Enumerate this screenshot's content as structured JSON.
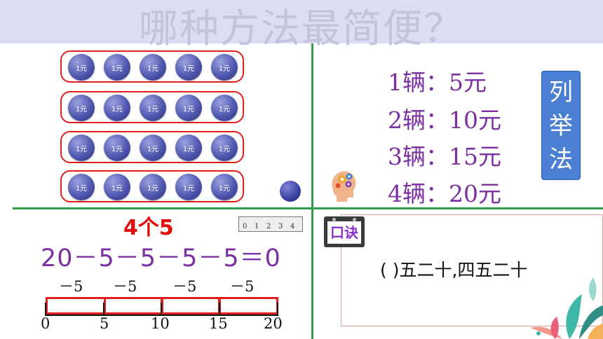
{
  "header": {
    "title": "哪种方法最简便？"
  },
  "coin_label": "1元",
  "coin_rows": [
    [
      "1元",
      "1元",
      "1元",
      "1元",
      "1元"
    ],
    [
      "1元",
      "1元",
      "1元",
      "1元",
      "1元"
    ],
    [
      "1元",
      "1元",
      "1元",
      "1元",
      "1元"
    ],
    [
      "1元",
      "1元",
      "1元",
      "1元",
      "1元"
    ]
  ],
  "price_list": [
    "1辆：5元",
    "2辆：10元",
    "3辆：15元",
    "4辆：20元"
  ],
  "method_label": [
    "列",
    "举",
    "法"
  ],
  "subtraction": {
    "count_label": "4个5",
    "equation": "20－5－5－5－5＝0",
    "step_labels": [
      "－5",
      "－5",
      "－5",
      "－5"
    ],
    "ticks": [
      "0",
      "5",
      "10",
      "15",
      "20"
    ],
    "ruler_ticks": [
      "0",
      "1",
      "2",
      "3",
      "4"
    ]
  },
  "rhyme": {
    "tag": "口诀",
    "text": "(   )五二十,四五二十"
  },
  "colors": {
    "title": "#c3c3dd",
    "banner": "#dcdcf3",
    "divider": "#2f9f48",
    "accent_red": "#e21f1f",
    "purple": "#7b2fa0",
    "method_bg": "#4a7fd4"
  }
}
